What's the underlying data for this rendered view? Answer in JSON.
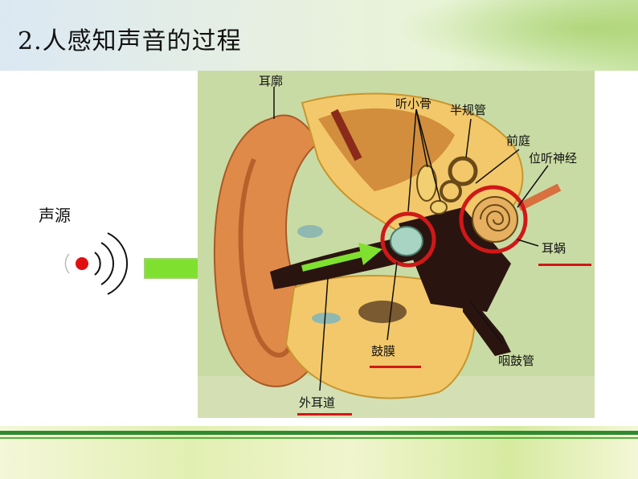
{
  "slide": {
    "title": "2.人感知声音的过程",
    "source_label": "声源"
  },
  "ear_diagram": {
    "labels": {
      "pinna": "耳廓",
      "ossicles": "听小骨",
      "semicircular_canals": "半规管",
      "vestibule": "前庭",
      "auditory_nerve": "位听神经",
      "cochlea": "耳蜗",
      "eardrum": "鼓膜",
      "eustachian_tube": "咽鼓管",
      "ear_canal": "外耳道"
    }
  },
  "colors": {
    "title_band": "#e7f0e0",
    "footer_line": "#2f8a2f",
    "highlight_red": "#d01818",
    "arrow_green": "#80e030",
    "source_dot": "#e01010"
  }
}
